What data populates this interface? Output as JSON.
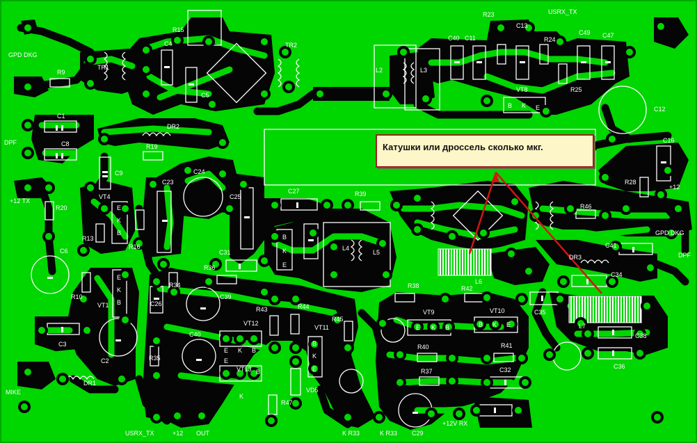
{
  "annotation": {
    "text": "Катушки или дроссель сколько мкг.",
    "color": "#d41414"
  },
  "colors": {
    "board": "#00d600",
    "copper_dark": "#050505",
    "silk": "#ffffff"
  },
  "labels": {
    "R15": "R15",
    "C4": "C4",
    "C5": "C5",
    "TR2": "TR2",
    "L2": "L2",
    "L3": "L3",
    "C40": "C40",
    "C11": "C11",
    "R23": "R23",
    "C13": "C13",
    "R24": "R24",
    "USRX_TX_top": "USRX_TX",
    "C49": "C49",
    "C47": "C47",
    "VT8": "VT8",
    "R25": "R25",
    "C12": "C12",
    "GPD_DKG_left": "GPD DKG",
    "R9": "R9",
    "TR1": "TR1",
    "C1": "C1",
    "DR2": "DR2",
    "DPF_left": "DPF",
    "C8": "C8",
    "R19": "R19",
    "C9": "C9",
    "C16": "C16",
    "C24": "C24",
    "C23": "C23",
    "plus12TX": "+12 TX",
    "R20": "R20",
    "VT4": "VT4",
    "C25": "C25",
    "C27": "C27",
    "R39": "R39",
    "R28": "R28",
    "plus12_right": "+12",
    "R46": "R46",
    "GPD_DKG_right": "GPD DKG",
    "R13": "R13",
    "R16": "R16",
    "C6": "C6",
    "L4": "L4",
    "L5": "L5",
    "C31": "C31",
    "C41": "C41",
    "DPF_right": "DPF",
    "R36": "R36",
    "DR3": "DR3",
    "C34": "C34",
    "R10": "R10",
    "R34": "R34",
    "VT1": "VT1",
    "C26": "C26",
    "C39": "C39",
    "R38": "R38",
    "R42": "R42",
    "L6": "L6",
    "C35": "C35",
    "R43": "R43",
    "R44": "R44",
    "VT12": "VT12",
    "R45": "R45",
    "VT11": "VT11",
    "VT9": "VT9",
    "VT10": "VT10",
    "L7": "L7",
    "C3": "C3",
    "C40b": "C40",
    "C38": "C38",
    "R40": "R40",
    "R41": "R41",
    "C2": "C2",
    "R35": "R35",
    "VT13": "VT13",
    "C32": "C32",
    "C36": "C36",
    "R37": "R37",
    "DR1": "DR1",
    "VD5": "VD5",
    "MIKE": "MIKE",
    "R47": "R47",
    "plus12VRX": "+12V RX",
    "USRX_TX_bottom": "USRX_TX",
    "plus12_bottom": "+12",
    "OUT": "OUT",
    "KR33a": "K R33",
    "KR33b": "K R33",
    "C29": "C29",
    "B": "B",
    "K": "K",
    "E": "E"
  }
}
